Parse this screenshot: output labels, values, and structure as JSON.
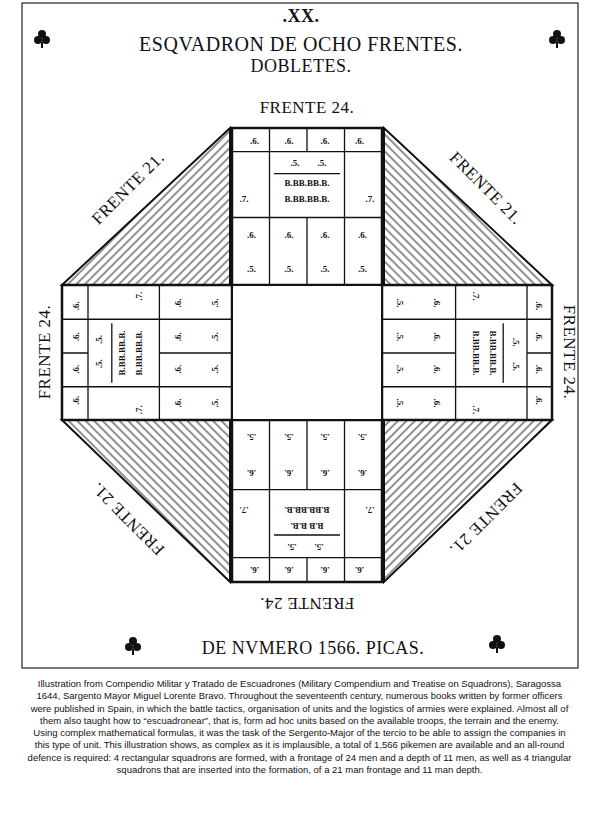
{
  "diagram": {
    "title": "ESQVADRON DE OCHO FRENTES.",
    "caption": "Illustration from Compendio Militar y Tratado de Escuadrones (Military Compendium and Treatise on Squadrons), Saragossa 1644, Sargento Mayor Miguel Lorente Bravo. Throughout the seventeenth century, numerous books written by former officers were published in Spain, in which the battle tactics, organisation of units and the logistics of armies were explained. Almost all of them also taught how to “escuadronear”, that is, form ad hoc units based on the available troops, the terrain and the enemy. Using complex mathematical formulas, it was the task of the Sergento-Major of the tercio to be able to assign the companies in this type of unit. This illustration shows, as complex as it is implausible, a total of 1,566 pikemen are available and an all-round defence is required: 4 rectangular squadrons are formed, with a frontage of 24 men and a depth of 11 men, as well as 4 triangular squadrons that are inserted into the formation, of a 21 man frontage and 11 man depth.",
    "nodes": [
      {
        "text": [
          ".6.",
          ".6.",
          ".6.",
          ".6.",
          ".5.",
          ".5.",
          "B.BB.BB.B.",
          "B.BB.BB.B.",
          ".7.",
          ".7.",
          ".6.",
          ".6.",
          ".6.",
          ".6.",
          ".5.",
          ".5.",
          ".5.",
          ".5."
        ]
      },
      {
        "text": [
          ".6.",
          ".6.",
          ".6.",
          ".6.",
          ".5.",
          ".5.",
          "B.BB.BB.B.",
          "B.BB.BB.B.",
          ".7.",
          ".7.",
          ".6.",
          ".6.",
          ".6.",
          ".6.",
          ".5.",
          ".5.",
          ".5.",
          ".5."
        ]
      },
      {
        "text": [
          ".6.",
          ".6.",
          ".6.",
          ".6.",
          ".5.",
          ".5.",
          "B.BB.BB.B.",
          "B.BB.BB.B.",
          ".7.",
          ".7.",
          ".6.",
          ".6.",
          ".6.",
          ".6.",
          ".5.",
          ".5.",
          ".5.",
          ".5."
        ]
      },
      {
        "text": [
          ".6.",
          ".6.",
          ".6.",
          ".6.",
          ".5.",
          ".5.",
          "B.B B.B.",
          "B.BB.BB.B.",
          ".7.",
          ".7.",
          ".6.",
          ".6.",
          ".6.",
          ".6.",
          ".5.",
          ".5.",
          ".5.",
          ".5."
        ]
      }
    ],
    "labels": [
      ".XX.",
      "DOBLETES.",
      "FRENTE 24.",
      "FRENTE 21.",
      "FRENTE 21.",
      "FRENTE 24.",
      "FRENTE 24.",
      "FRENTE 21.",
      "FRENTE 21.",
      "FRENTE 24.",
      "DE NVMERO 1566. PICAS."
    ]
  }
}
